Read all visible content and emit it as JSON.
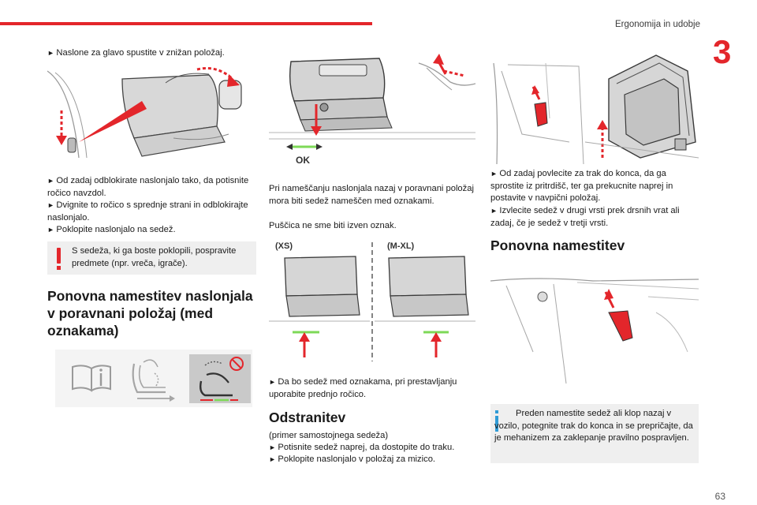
{
  "header": {
    "title": "Ergonomija in udobje",
    "chapter": "3",
    "page_number": "63"
  },
  "col1": {
    "bullet_headrests": "Naslone za glavo spustite v znižan položaj.",
    "bullets": [
      "Od zadaj odblokirate naslonjalo tako, da potisnite ročico navzdol.",
      "Dvignite to ročico s sprednje strani in odblokirajte naslonjalo.",
      "Poklopite naslonjalo na sedež."
    ],
    "warning": "S sedeža, ki ga boste poklopili, pospravite predmete (npr. vreča, igrače).",
    "heading": "Ponovna namestitev naslonjala v poravnani položaj (med oznakama)"
  },
  "col2": {
    "fig_ok_label": "OK",
    "paragraph1": "Pri nameščanju naslonjala nazaj v poravnani položaj mora biti sedež nameščen med oznakami.",
    "paragraph2": "Puščica ne sme biti izven oznak.",
    "fig_size_left": "(XS)",
    "fig_size_right": "(M-XL)",
    "bullet_lever": "Da bo sedež med oznakama, pri prestavljanju uporabite prednjo ročico.",
    "heading_remove": "Odstranitev",
    "remove_example": "(primer samostojnega sedeža)",
    "remove_bullets": [
      "Potisnite sedež naprej, da dostopite do traku.",
      "Poklopite naslonjalo v položaj za mizico."
    ]
  },
  "col3": {
    "bullets": [
      "Od zadaj povlecite za trak do konca, da ga sprostite iz pritrdišč, ter ga prekucnite naprej in postavite v navpični položaj.",
      "Izvlecite sedež v drugi vrsti prek drsnih vrat ali zadaj, če je sedež v tretji vrsti."
    ],
    "heading": "Ponovna namestitev",
    "info": "Preden namestite sedež ali klop nazaj v vozilo, potegnite trak do konca in se prepričajte, da je mehanizem za zaklepanje pravilno pospravljen."
  },
  "colors": {
    "accent": "#e3262b",
    "info": "#2f9bd6",
    "box_bg": "#efefef",
    "marker_green": "#7ed957"
  },
  "icons": [
    "book-icon",
    "seat-adjust-icon",
    "seat-fold-icon",
    "warning-icon",
    "info-icon"
  ]
}
